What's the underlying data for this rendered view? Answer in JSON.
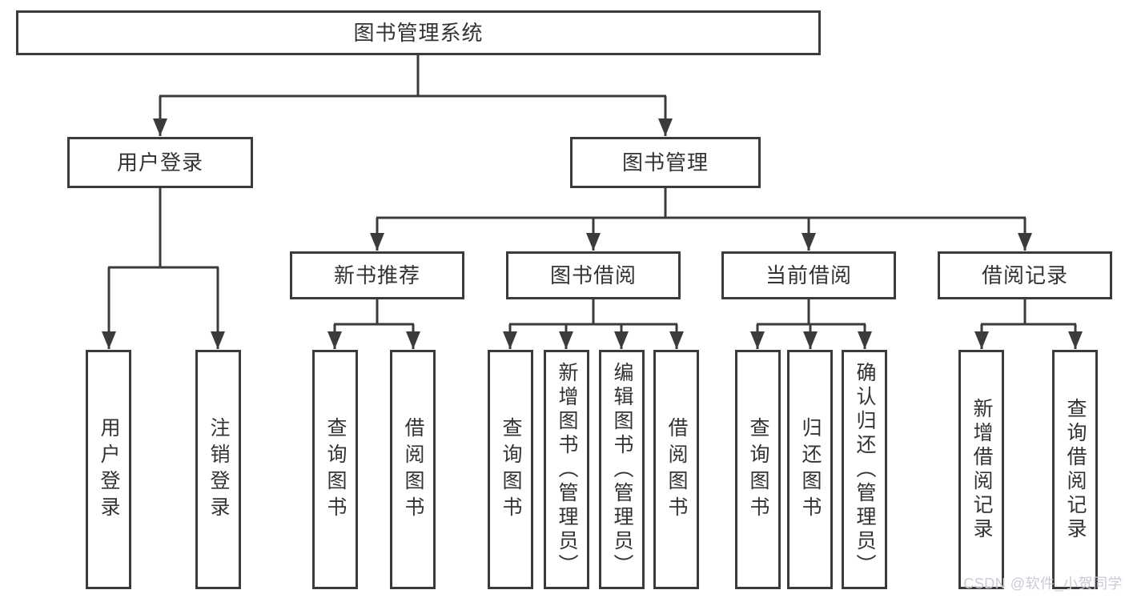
{
  "diagram_type": "tree",
  "colors": {
    "line": "#3b3b3b",
    "text": "#333333",
    "background": "#ffffff",
    "watermark_color": "#c9cbd5"
  },
  "watermark": {
    "text": "CSDN @软件_小贺同学"
  },
  "tree": {
    "root": {
      "label": "图书管理系统"
    },
    "branches": [
      {
        "label": "用户登录",
        "children": [
          {
            "label": "用户登录"
          },
          {
            "label": "注销登录"
          }
        ]
      },
      {
        "label": "图书管理",
        "children": [
          {
            "label": "新书推荐",
            "children": [
              {
                "label": "查询图书"
              },
              {
                "label": "借阅图书"
              }
            ]
          },
          {
            "label": "图书借阅",
            "children": [
              {
                "label": "查询图书"
              },
              {
                "label": "新增图书（管理员）"
              },
              {
                "label": "编辑图书（管理员）"
              },
              {
                "label": "借阅图书"
              }
            ]
          },
          {
            "label": "当前借阅",
            "children": [
              {
                "label": "查询图书"
              },
              {
                "label": "归还图书"
              },
              {
                "label": "确认归还（管理员）"
              }
            ]
          },
          {
            "label": "借阅记录",
            "children": [
              {
                "label": "新增借阅记录"
              },
              {
                "label": "查询借阅记录"
              }
            ]
          }
        ]
      }
    ]
  }
}
